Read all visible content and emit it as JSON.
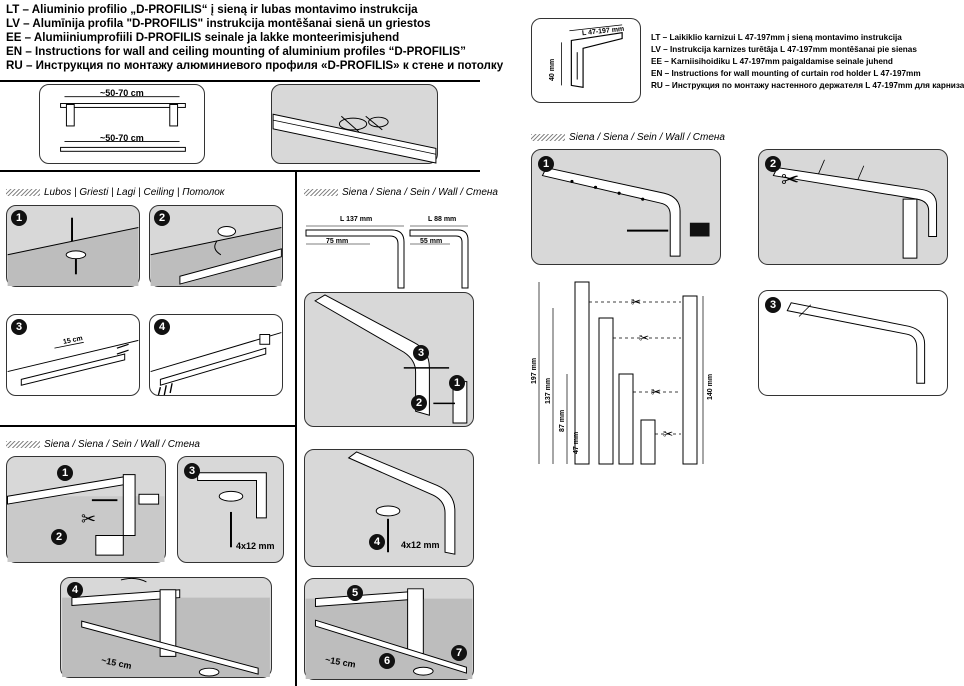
{
  "header": {
    "lines": [
      "LT – Aliuminio profilio „D-PROFILIS“ į sieną ir lubas montavimo instrukcija",
      "LV – Alumīnija profila \"D-PROFILIS\" instrukcija montēšanai sienā un griestos",
      "EE – Alumiiniumprofiili D-PROFILIS seinale ja lakke monteerimisjuhend",
      "EN – Instructions for wall and ceiling mounting of aluminium profiles “D-PROFILIS”",
      "RU – Инструкция по монтажу алюминиевого профиля «D-PROFILIS» к стене и потолку"
    ]
  },
  "right_header": {
    "lines": [
      "LT – Laikiklio karnizui L 47-197mm į sieną montavimo instrukcija",
      "LV – Instrukcija karnizes turētāja L 47-197mm montēšanai pie sienas",
      "EE – Karniisihoidiku L 47-197mm paigaldamise seinale juhend",
      "EN – Instructions for wall mounting of curtain rod holder L 47-197mm",
      "RU – Инструкция по монтажу настенного держателя L 47-197mm для карниза"
    ],
    "bracket_label": "L 47-197 mm",
    "bracket_height": "40 mm"
  },
  "spacing": {
    "label_top": "~50-70 cm",
    "label_bottom": "~50-70 cm"
  },
  "sections": {
    "ceiling": "Lubos | Griesti | Lagi | Ceiling | Потолок",
    "wall_left": "Siena / Siena / Sein / Wall / Стена",
    "wall_middle": "Siena / Siena / Sein / Wall / Стена",
    "wall_right": "Siena / Siena / Sein / Wall / Стена"
  },
  "steps": {
    "s1": "1",
    "s2": "2",
    "s3": "3",
    "s4": "4",
    "s5": "5",
    "s6": "6",
    "s7": "7"
  },
  "dims": {
    "ceiling_15": "15 cm",
    "screw_left": "4x12 mm",
    "screw_mid": "4x12 mm",
    "approx_15_left": "~15 cm",
    "approx_15_mid": "~15 cm",
    "l137": "L 137 mm",
    "l88": "L 88 mm",
    "d75": "75 mm",
    "d55": "55 mm",
    "h197": "197 mm",
    "h137": "137 mm",
    "h87": "87 mm",
    "h47": "47 mm",
    "h140": "140 mm"
  },
  "icons": {
    "scissors": "✂"
  }
}
